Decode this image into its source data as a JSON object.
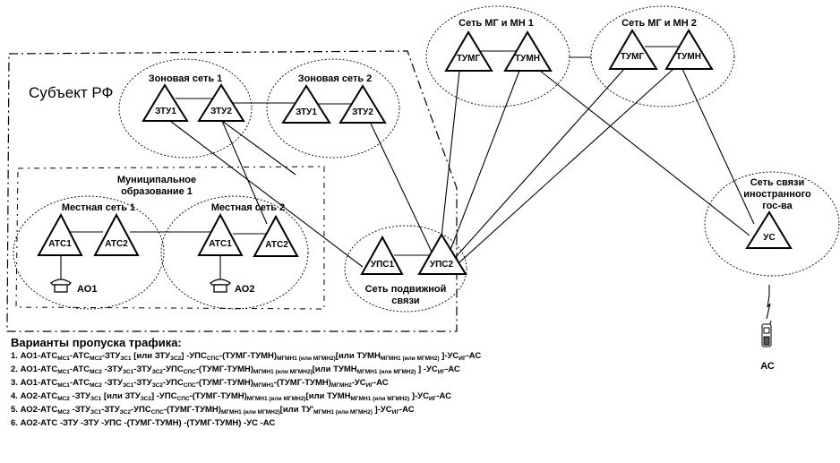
{
  "diagram": {
    "region_label": "Субъект РФ",
    "municipal_label": [
      "Муниципальное",
      "образование 1"
    ],
    "networks": [
      {
        "id": "zone1",
        "label": [
          "Зоновая сеть 1"
        ],
        "nodes": [
          "ЗТУ1",
          "ЗТУ2"
        ]
      },
      {
        "id": "zone2",
        "label": [
          "Зоновая сеть 2"
        ],
        "nodes": [
          "ЗТУ1",
          "ЗТУ2"
        ]
      },
      {
        "id": "local1",
        "label": [
          "Местная сеть 1"
        ],
        "nodes": [
          "АТС1",
          "АТС2"
        ]
      },
      {
        "id": "local2",
        "label": [
          "Местная сеть 2"
        ],
        "nodes": [
          "АТС1",
          "АТС2"
        ]
      },
      {
        "id": "mobile",
        "label": [
          "Сеть подвижной",
          "связи"
        ],
        "nodes": [
          "УПС1",
          "УПС2"
        ]
      },
      {
        "id": "mgmn1",
        "label": [
          "Сеть МГ и МН 1"
        ],
        "nodes": [
          "ТУМГ",
          "ТУМН"
        ]
      },
      {
        "id": "mgmn2",
        "label": [
          "Сеть МГ и МН 2"
        ],
        "nodes": [
          "ТУМГ",
          "ТУМН"
        ]
      },
      {
        "id": "foreign",
        "label": [
          "Сеть связи",
          "иностранного",
          "гос-ва"
        ],
        "nodes": [
          "УС"
        ]
      }
    ],
    "subscribers": [
      {
        "id": "ao1",
        "label": "АО1",
        "icon": "telephone-icon"
      },
      {
        "id": "ao2",
        "label": "АО2",
        "icon": "telephone-icon"
      },
      {
        "id": "ac",
        "label": "АС",
        "icon": "mobile-phone-icon"
      }
    ]
  },
  "routes": {
    "title": "Варианты пропуска трафика:",
    "items": [
      {
        "n": "1.",
        "segs": [
          [
            "АО1-АТС",
            "МС1"
          ],
          [
            "-АТС",
            "МС2"
          ],
          [
            "-ЗТУ",
            "ЗС1"
          ],
          [
            " [или ЗТУ",
            "ЗС2"
          ],
          [
            "] -УПС",
            "СПС"
          ],
          [
            "-(ТУМГ-ТУМН)",
            "МГМН1 (или МГМН2)"
          ],
          [
            "[или ТУМН",
            "МГМН1 (или МГМН2)"
          ],
          [
            " ]-УС",
            "ИГ"
          ],
          [
            "-АС",
            ""
          ]
        ]
      },
      {
        "n": "2.",
        "segs": [
          [
            "АО1-АТС",
            "МС1"
          ],
          [
            "-АТС",
            "МС2"
          ],
          [
            " -ЗТУ",
            "ЗС1"
          ],
          [
            "-ЗТУ",
            "ЗС2"
          ],
          [
            "-УПС",
            "СПС"
          ],
          [
            "-(ТУМГ-ТУМН)",
            "МГМН1 (или МГМН2)"
          ],
          [
            "[или ТУМН",
            "МГМН1 (или МГМН2)"
          ],
          [
            " ] -УС",
            "ИГ"
          ],
          [
            "-АС",
            ""
          ]
        ]
      },
      {
        "n": "3.",
        "segs": [
          [
            "АО1-АТС",
            "МС1"
          ],
          [
            "-АТС",
            "МС2"
          ],
          [
            " -ЗТУ",
            "ЗС1"
          ],
          [
            "-ЗТУ",
            "ЗС2"
          ],
          [
            "-УПС",
            "СПС"
          ],
          [
            "-(ТУМГ-ТУМН)",
            "МГМН1"
          ],
          [
            "-(ТУМГ-ТУМН)",
            "МГМН2"
          ],
          [
            "-УС",
            "ИГ"
          ],
          [
            "-АС",
            ""
          ]
        ]
      },
      {
        "n": "4.",
        "segs": [
          [
            "АО2-АТС",
            "МС2"
          ],
          [
            " -ЗТУ",
            "ЗС1"
          ],
          [
            "  [или ЗТУ",
            "ЗС2"
          ],
          [
            "] -УПС",
            "СПС"
          ],
          [
            "-(ТУМГ-ТУМН)",
            "МГМН1 (или МГМН2)"
          ],
          [
            "[или ТУМН",
            "МГМН1 (или МГМН2)"
          ],
          [
            " ]-УС",
            "ИГ"
          ],
          [
            "-АС",
            ""
          ]
        ]
      },
      {
        "n": "5.",
        "segs": [
          [
            "АО2-АТС",
            "МС2"
          ],
          [
            " -ЗТУ",
            "ЗС1"
          ],
          [
            "-ЗТУ",
            "ЗС2"
          ],
          [
            "-УПС",
            "СПС"
          ],
          [
            "-(ТУМГ-ТУМН)",
            "МГМН1 (или МГМН2)"
          ],
          [
            "[или ТУ'",
            "МГМН1 (или МГМН2)"
          ],
          [
            " ]-УС",
            "ИГ"
          ],
          [
            "-АС",
            ""
          ]
        ]
      },
      {
        "n": "6.",
        "segs": [
          [
            "АО2-АТС",
            ""
          ],
          [
            "   -ЗТУ",
            ""
          ],
          [
            "   -ЗТУ",
            ""
          ],
          [
            "   -УПС",
            ""
          ],
          [
            "    -(ТУМГ-ТУМН)",
            ""
          ],
          [
            "        -(ТУМГ-ТУМН)",
            ""
          ],
          [
            "        -УС",
            ""
          ],
          [
            "   -АС",
            ""
          ]
        ]
      }
    ]
  }
}
